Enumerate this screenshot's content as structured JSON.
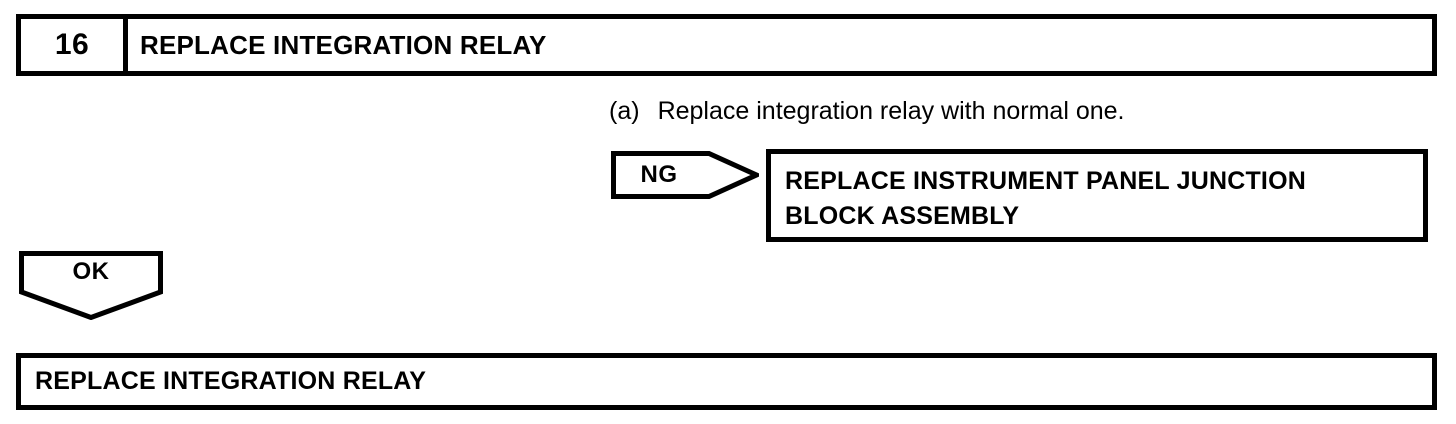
{
  "diagram": {
    "type": "troubleshooting-flowchart",
    "colors": {
      "ink": "#000000",
      "background": "#ffffff"
    },
    "step_header": {
      "number": "16",
      "title": "REPLACE INTEGRATION RELAY"
    },
    "procedure": {
      "marker": "(a)",
      "text": "Replace integration relay with normal one."
    },
    "ng_branch": {
      "arrow_label": "NG",
      "arrow_direction": "right",
      "result_lines": [
        "REPLACE INSTRUMENT PANEL JUNCTION",
        "BLOCK ASSEMBLY"
      ]
    },
    "ok_branch": {
      "arrow_label": "OK",
      "arrow_direction": "down",
      "result": "REPLACE INTEGRATION RELAY"
    }
  }
}
